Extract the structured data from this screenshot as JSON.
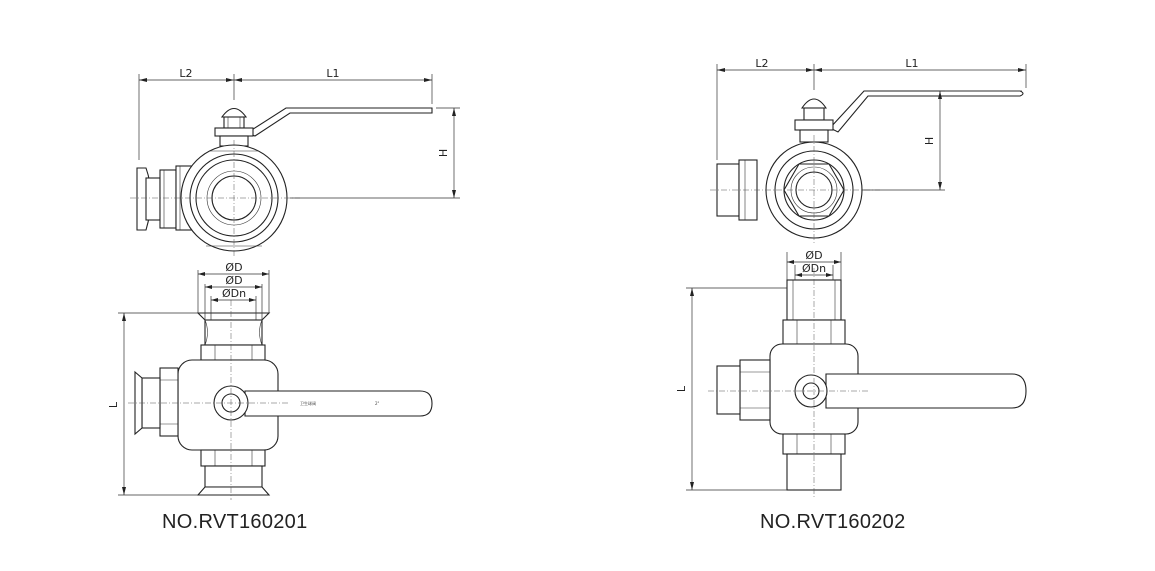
{
  "drawings": [
    {
      "model": "NO.RVT160201",
      "dimensions": {
        "l2": "L2",
        "l1": "L1",
        "h": "H",
        "d_outer": "ØD",
        "d_inner": "ØD",
        "dn": "ØDn",
        "l": "L"
      },
      "handle_marking": {
        "brand": "卫生球阀",
        "size": "2\""
      }
    },
    {
      "model": "NO.RVT160202",
      "dimensions": {
        "l2": "L2",
        "l1": "L1",
        "h": "H",
        "d": "ØD",
        "dn": "ØDn",
        "l": "L"
      }
    }
  ],
  "colors": {
    "line": "#222222",
    "background": "#ffffff"
  }
}
